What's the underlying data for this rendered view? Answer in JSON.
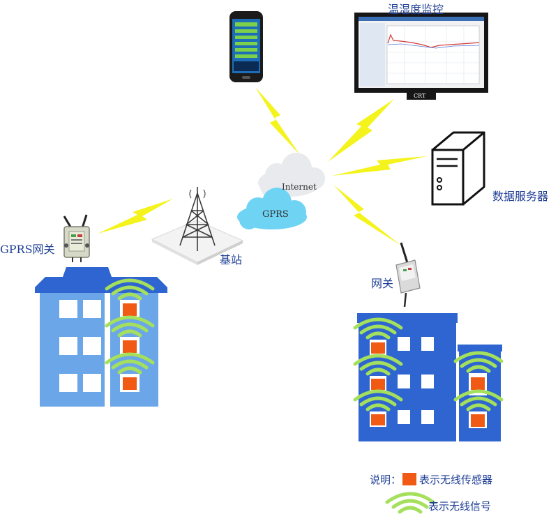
{
  "labels": {
    "monitor_title": "温湿度监控",
    "monitor_brand": "CRT",
    "server": "数据服务器",
    "internet": "Internet",
    "gprs_cloud": "GPRS",
    "base_station": "基站",
    "gprs_gateway": "GPRS网关",
    "gateway": "网关"
  },
  "legend": {
    "prefix": "说明：",
    "sensor_text": "表示无线传感器",
    "signal_text": "表示无线信号"
  },
  "colors": {
    "building_blue": "#2e65d0",
    "building_light": "#6aa6e8",
    "sensor_orange": "#f05a14",
    "signal_green": "#a5e05c",
    "bolt_yellow": "#f4f31c",
    "label_blue": "#1f3f96",
    "gprs_cloud": "#6fd3f3"
  }
}
